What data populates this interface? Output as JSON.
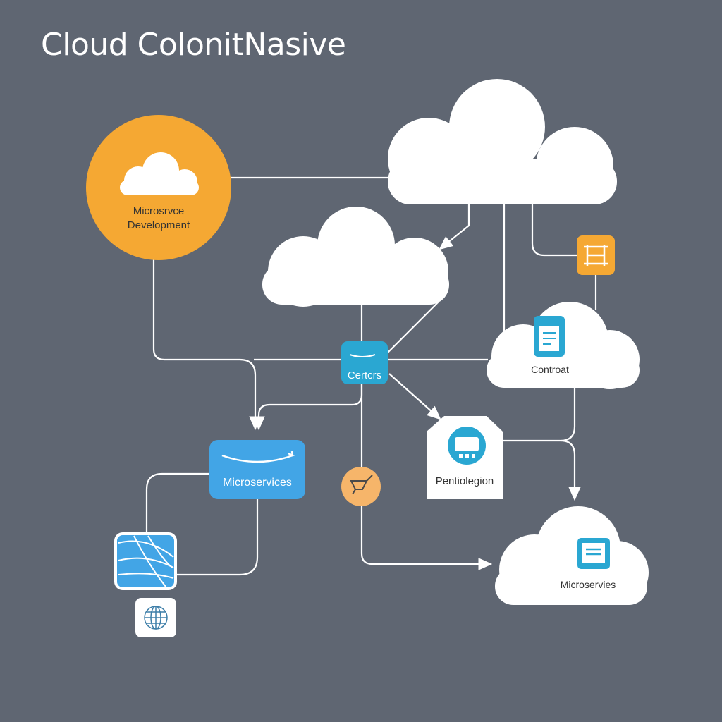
{
  "title": "Cloud ColonitNasive",
  "nodes": {
    "dev": "Microsrvce Development",
    "centers": "Certcrs",
    "contract": "Controat",
    "pentiolegion": "Pentiolegion",
    "microservices_box": "Microservices",
    "microservies_cloud": "Microservies"
  },
  "colors": {
    "background": "#5f6672",
    "orange": "#f5a833",
    "blue": "#3fa3e0",
    "teal": "#2aa7d2",
    "white": "#ffffff"
  }
}
